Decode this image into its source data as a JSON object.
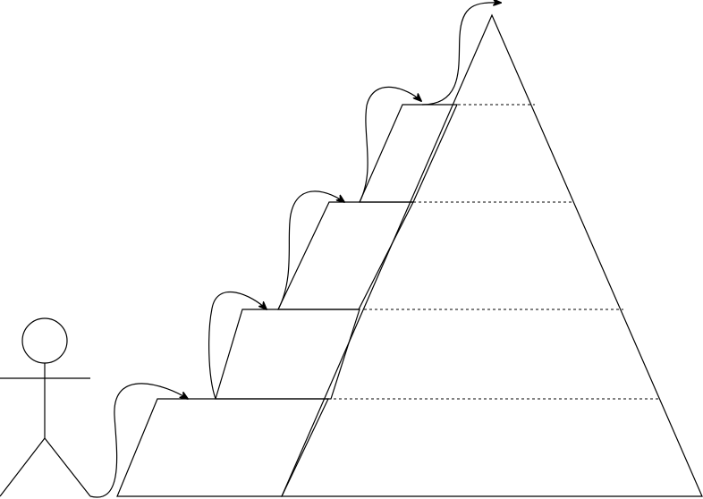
{
  "diagram": {
    "stroke_color": "#000000",
    "background_color": "#ffffff",
    "figure": {
      "icon": "stick-figure-icon"
    },
    "pyramid": {
      "icon": "triangle-icon"
    },
    "steps": [
      {
        "name": "step-1"
      },
      {
        "name": "step-2"
      },
      {
        "name": "step-3"
      },
      {
        "name": "step-4"
      }
    ],
    "arrows": [
      {
        "name": "jump-arrow-1"
      },
      {
        "name": "jump-arrow-2"
      },
      {
        "name": "jump-arrow-3"
      },
      {
        "name": "jump-arrow-4"
      },
      {
        "name": "jump-arrow-5"
      }
    ]
  }
}
